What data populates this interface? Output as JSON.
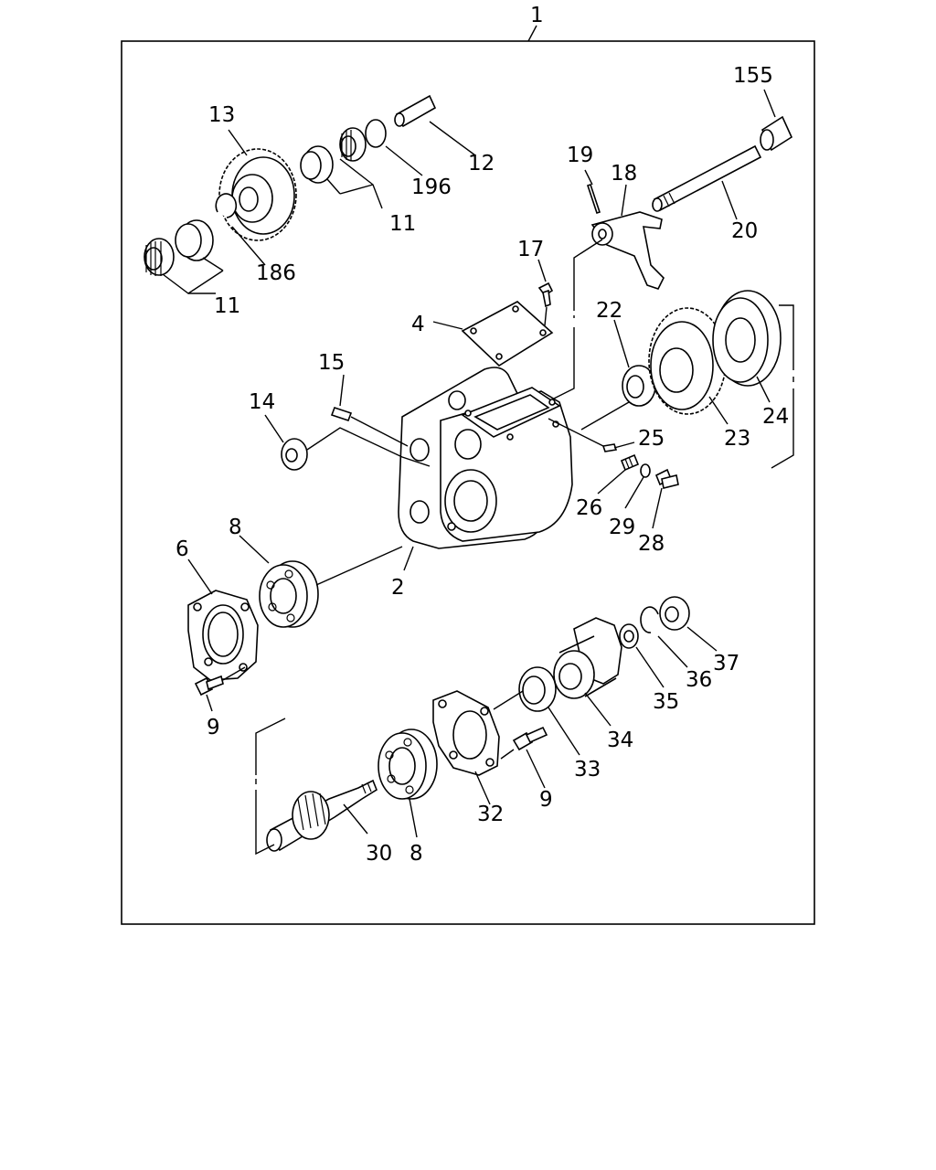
{
  "labels": {
    "assembly": "1",
    "p155": "155",
    "p13": "13",
    "p12": "12",
    "p196": "196",
    "p19": "19",
    "p18": "18",
    "p11a": "11",
    "p20": "20",
    "p186": "186",
    "p17": "17",
    "p11b": "11",
    "p4": "4",
    "p22": "22",
    "p15": "15",
    "p14": "14",
    "p24": "24",
    "p25": "25",
    "p23": "23",
    "p26": "26",
    "p29": "29",
    "p8a": "8",
    "p28": "28",
    "p6": "6",
    "p2": "2",
    "p37": "37",
    "p36": "36",
    "p35": "35",
    "p9a": "9",
    "p34": "34",
    "p33": "33",
    "p9b": "9",
    "p32": "32",
    "p30": "30",
    "p8b": "8"
  }
}
